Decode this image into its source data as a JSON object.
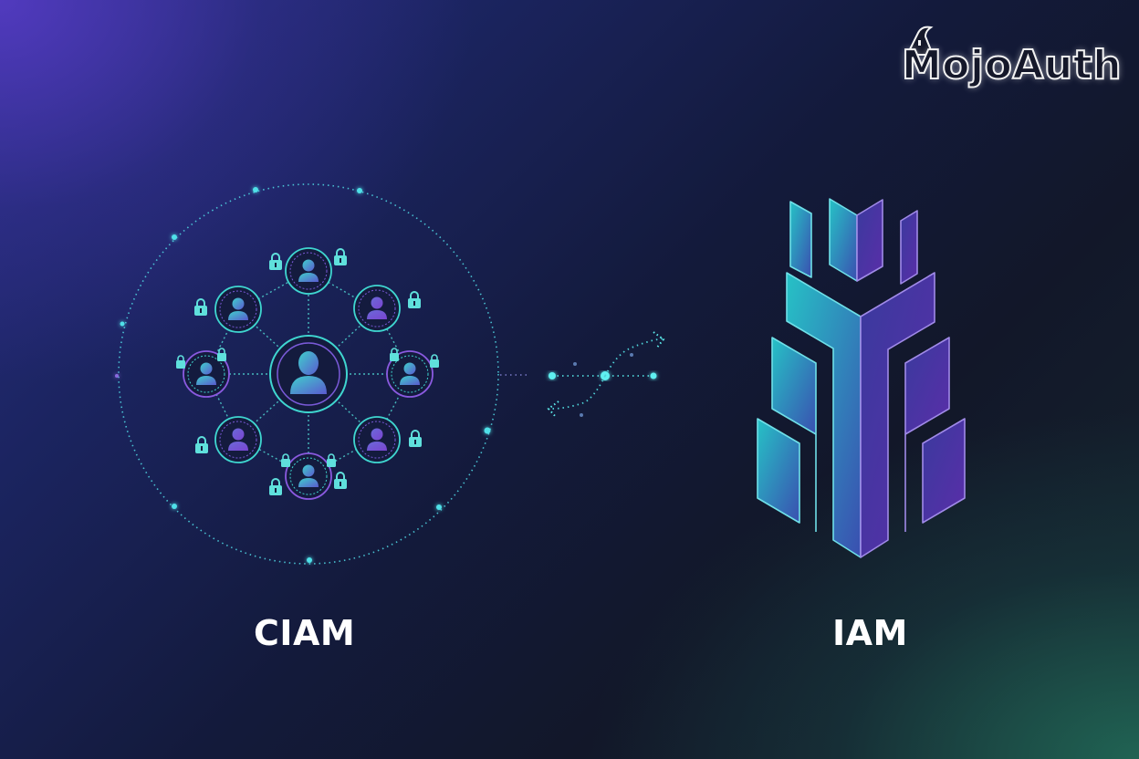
{
  "brand": {
    "name": "MojoAuth",
    "logo_icon": "wizard-hat-icon",
    "color": "#f2f2f2"
  },
  "left_panel": {
    "label": "CIAM",
    "graphic": "customer-identity-network",
    "icons": [
      "user-icon",
      "lock-icon"
    ],
    "center_node": "user-icon",
    "satellite_nodes": 8
  },
  "connector": {
    "graphic": "data-flow-arrows",
    "icons": [
      "arrow-right-icon",
      "arrow-left-icon"
    ]
  },
  "right_panel": {
    "label": "IAM",
    "graphic": "identity-access-tower"
  },
  "colors": {
    "accent_teal": "#3fd6d0",
    "accent_purple": "#6a4bd6",
    "background_dark": "#121729",
    "text": "#ffffff"
  }
}
